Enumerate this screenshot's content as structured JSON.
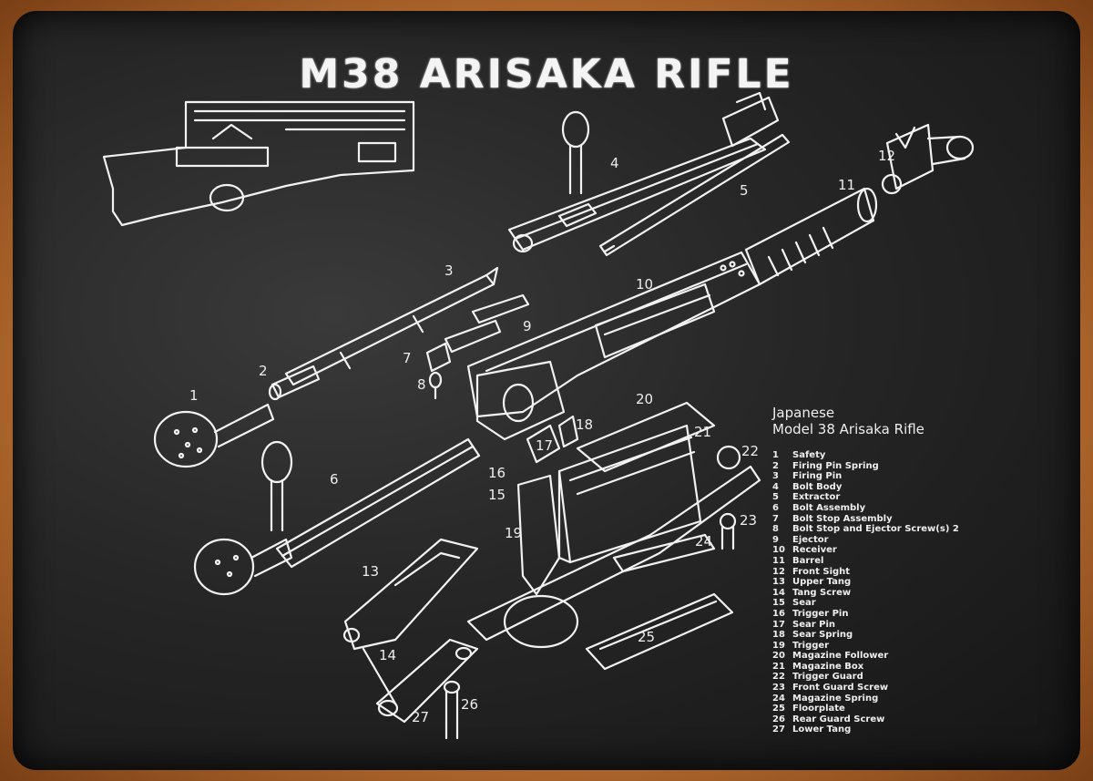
{
  "title": "M38 ARISAKA RIFLE",
  "legend": {
    "heading_line1": "Japanese",
    "heading_line2": "Model 38 Arisaka Rifle",
    "items": [
      {
        "n": "1",
        "label": "Safety"
      },
      {
        "n": "2",
        "label": "Firing Pin Spring"
      },
      {
        "n": "3",
        "label": "Firing Pin"
      },
      {
        "n": "4",
        "label": "Bolt Body"
      },
      {
        "n": "5",
        "label": "Extractor"
      },
      {
        "n": "6",
        "label": "Bolt Assembly"
      },
      {
        "n": "7",
        "label": "Bolt Stop Assembly"
      },
      {
        "n": "8",
        "label": "Bolt Stop and Ejector Screw(s) 2"
      },
      {
        "n": "9",
        "label": "Ejector"
      },
      {
        "n": "10",
        "label": "Receiver"
      },
      {
        "n": "11",
        "label": "Barrel"
      },
      {
        "n": "12",
        "label": "Front Sight"
      },
      {
        "n": "13",
        "label": "Upper Tang"
      },
      {
        "n": "14",
        "label": "Tang Screw"
      },
      {
        "n": "15",
        "label": "Sear"
      },
      {
        "n": "16",
        "label": "Trigger Pin"
      },
      {
        "n": "17",
        "label": "Sear Pin"
      },
      {
        "n": "18",
        "label": "Sear Spring"
      },
      {
        "n": "19",
        "label": "Trigger"
      },
      {
        "n": "20",
        "label": "Magazine Follower"
      },
      {
        "n": "21",
        "label": "Magazine Box"
      },
      {
        "n": "22",
        "label": "Trigger Guard"
      },
      {
        "n": "23",
        "label": "Front Guard Screw"
      },
      {
        "n": "24",
        "label": "Magazine Spring"
      },
      {
        "n": "25",
        "label": "Floorplate"
      },
      {
        "n": "26",
        "label": "Rear Guard Screw"
      },
      {
        "n": "27",
        "label": "Lower Tang"
      }
    ]
  },
  "callouts": [
    "1",
    "2",
    "3",
    "4",
    "5",
    "6",
    "7",
    "8",
    "9",
    "10",
    "11",
    "12",
    "13",
    "14",
    "15",
    "16",
    "17",
    "18",
    "19",
    "20",
    "21",
    "22",
    "23",
    "24",
    "25",
    "26",
    "27"
  ],
  "colors": {
    "board": "#262626",
    "frame": "#b8743a",
    "ink": "#f2f2f2"
  }
}
